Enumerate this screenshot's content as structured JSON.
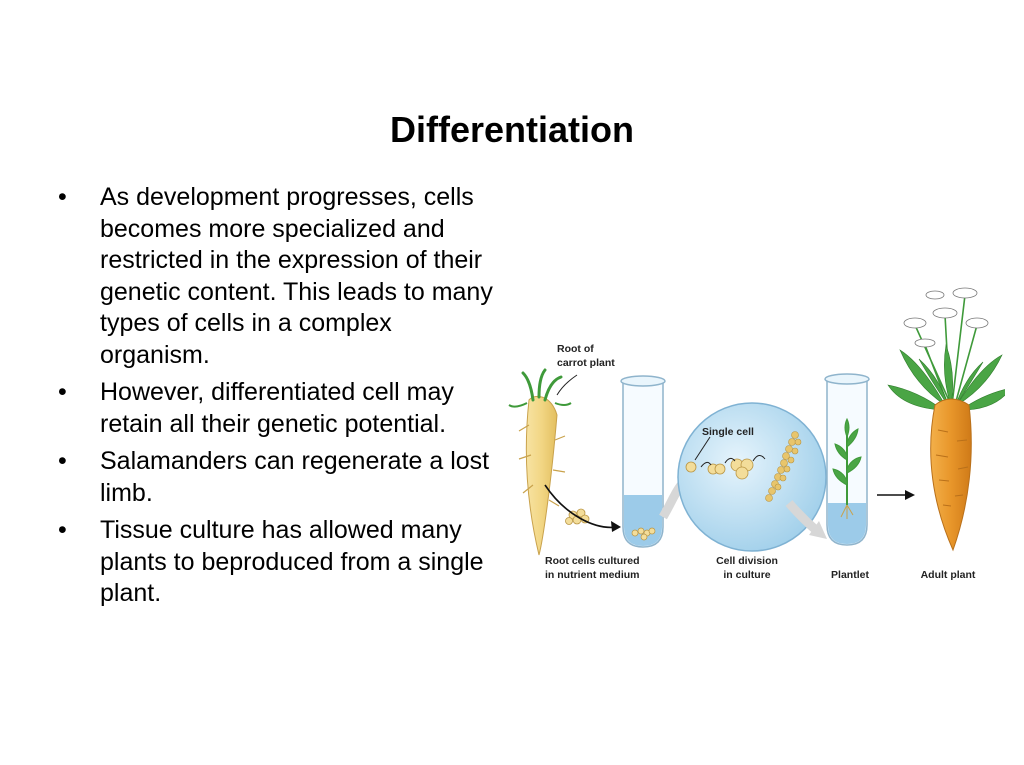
{
  "slide": {
    "title": "Differentiation",
    "bullet_glyph": "•",
    "bullets": [
      "As development progresses, cells becomes more specialized and restricted in the expression of their genetic content.  This leads to many types of cells in a complex organism.",
      "However, differentiated cell may retain all their genetic potential.",
      "Salamanders can regenerate a lost limb.",
      "Tissue culture has allowed many plants to beproduced from a single plant."
    ]
  },
  "figure": {
    "labels": {
      "root_line1": "Root of",
      "root_line2": "carrot plant",
      "single_cell": "Single cell",
      "cultured_line1": "Root cells cultured",
      "cultured_line2": "in nutrient medium",
      "division_line1": "Cell division",
      "division_line2": "in culture",
      "plantlet": "Plantlet",
      "adult": "Adult plant"
    },
    "colors": {
      "carrot_root": "#f2d684",
      "carrot_adult": "#e8962a",
      "leaf": "#3f9a3a",
      "medium": "#9ccbe9",
      "cell_circle": "#bfe0f5"
    }
  }
}
